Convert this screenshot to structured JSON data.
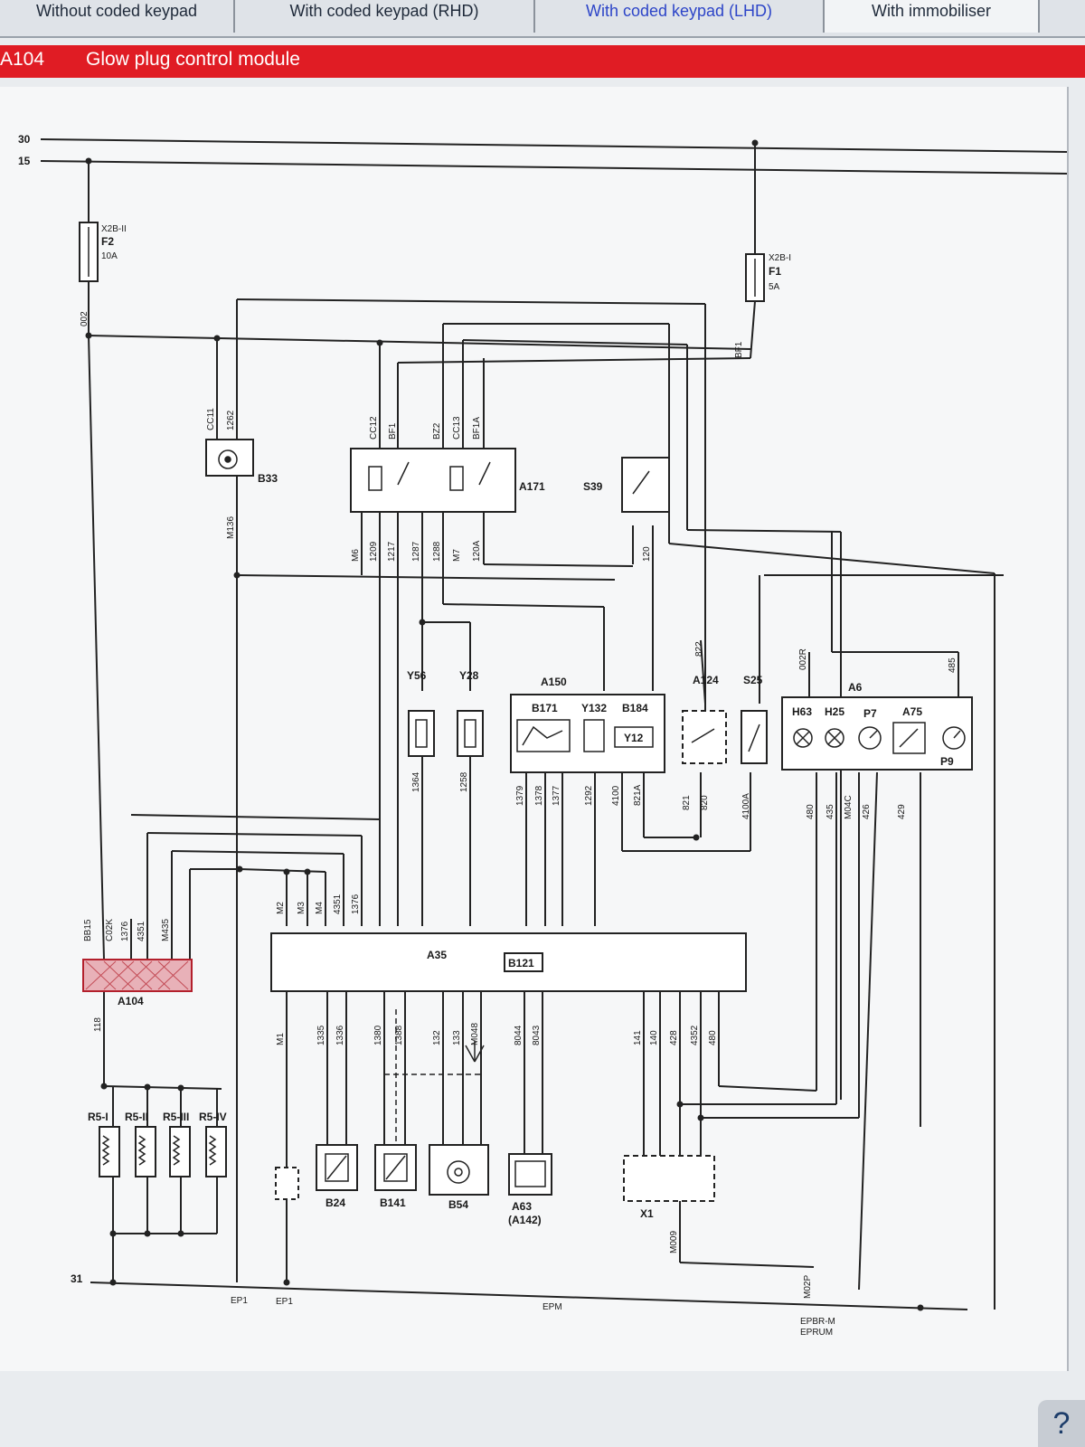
{
  "tabs": [
    {
      "label": "Without coded keypad"
    },
    {
      "label": "With coded keypad (RHD)"
    },
    {
      "label": "With coded keypad (LHD)"
    },
    {
      "label": "With immobiliser"
    }
  ],
  "header": {
    "code": "A104",
    "title": "Glow plug control module"
  },
  "diagram": {
    "rails": {
      "r30": "30",
      "r15": "15",
      "r31": "31"
    },
    "fuses": {
      "f2": {
        "conn": "X2B-II",
        "name": "F2",
        "rating": "10A"
      },
      "f1": {
        "conn": "X2B-I",
        "name": "F1",
        "rating": "5A"
      }
    },
    "components": {
      "b33": "B33",
      "a171": "A171",
      "s39": "S39",
      "y56": "Y56",
      "y28": "Y28",
      "a150": "A150",
      "b171": "B171",
      "y132": "Y132",
      "b184": "B184",
      "y12": "Y12",
      "a124": "A124",
      "s25": "S25",
      "a6": "A6",
      "h63": "H63",
      "h25": "H25",
      "p7": "P7",
      "a75": "A75",
      "p9": "P9",
      "a104": "A104",
      "a35": "A35",
      "b121": "B121",
      "r5_1": "R5-I",
      "r5_2": "R5-II",
      "r5_3": "R5-III",
      "r5_4": "R5-IV",
      "b24": "B24",
      "b141": "B141",
      "b54": "B54",
      "a63": "A63",
      "a142": "(A142)",
      "x1": "X1"
    },
    "wires": {
      "w002": "002",
      "wbf1": "BF1",
      "wcc11": "CC11",
      "w1262": "1262",
      "wm136": "M136",
      "wcc12": "CC12",
      "wbf1b": "BF1",
      "wbz2": "BZ2",
      "wcc13": "CC13",
      "wbf1a": "BF1A",
      "wm6": "M6",
      "w1209": "1209",
      "w1217": "1217",
      "w1287": "1287",
      "w1288": "1288",
      "wm7": "M7",
      "w120a": "120A",
      "w120": "120",
      "w1364": "1364",
      "w1258": "1258",
      "w1379": "1379",
      "w1378": "1378",
      "w1377": "1377",
      "w1292": "1292",
      "w4100": "4100",
      "w821a": "821A",
      "w821": "821",
      "w820": "820",
      "w4100a": "4100A",
      "w822": "822",
      "w002r": "002R",
      "w485": "485",
      "w480": "480",
      "w435": "435",
      "wm04c": "M04C",
      "w426": "426",
      "w429": "429",
      "wbb15": "BB15",
      "wc02k": "C02K",
      "w4351": "4351",
      "wm435": "M435",
      "wm2": "M2",
      "wm3": "M3",
      "wm4": "M4",
      "w1376": "1376",
      "w118": "118",
      "wm1": "M1",
      "w1335": "1335",
      "w1336": "1336",
      "w1380": "1380",
      "w1388": "1388",
      "w132": "132",
      "w133": "133",
      "wm048": "M048",
      "w8044": "8044",
      "w8043": "8043",
      "w141": "141",
      "w140": "140",
      "w428": "428",
      "w4352": "4352",
      "w480b": "480",
      "wm009": "M009",
      "wm02p": "M02P",
      "epm": "EPM",
      "ep1": "EP1",
      "ep1b": "EP1",
      "epbr": "EPBR-M",
      "eprum": "EPRUM"
    }
  }
}
